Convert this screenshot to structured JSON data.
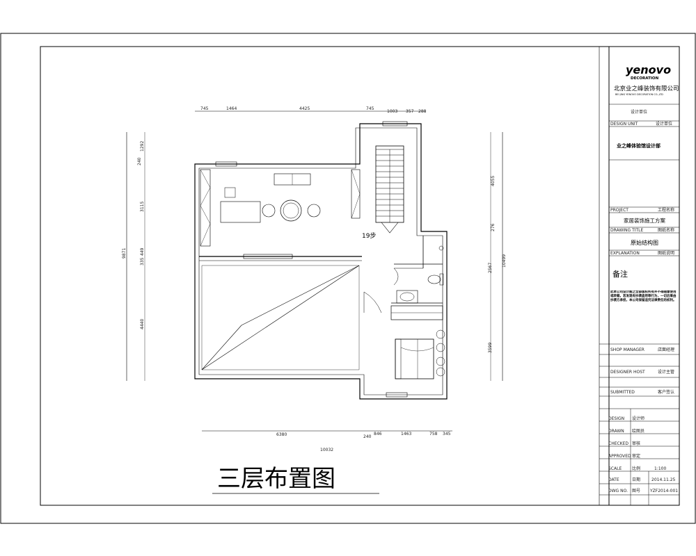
{
  "drawing": {
    "title": "三层布置图",
    "room_note": "19步",
    "dims_top": [
      "745",
      "1464",
      "4425",
      "745",
      "1003",
      "357",
      "288"
    ],
    "dims_bottom": [
      "6380",
      "240",
      "846",
      "1463",
      "758",
      "345"
    ],
    "dims_bottom_total": "10032",
    "dims_left": [
      "1292",
      "240",
      "3115",
      "335",
      "449",
      "4440"
    ],
    "dims_left_total": "9871",
    "dims_right": [
      "4055",
      "276",
      "2567",
      "3599"
    ],
    "dims_right_total": "10499"
  },
  "title_block": {
    "logo": "yenovo",
    "logo_sub": "DECORATION",
    "company_cn": "北京业之峰装饰有限公司",
    "company_en": "BEI JING YENOVO DECORATION CO.,LTD",
    "design_unit_value": "设计单位",
    "design_unit_label": "DESIGN UNIT",
    "design_unit_label_cn": "设计单位",
    "studio": "业之峰体验馆设计部",
    "project_label": "PROJECT",
    "project_label_cn": "工程名称",
    "project_name": "家居装饰施工方案",
    "drawing_title_label": "DRAWING TITLE",
    "drawing_title_label_cn": "图纸名称",
    "drawing_name": "原始结构图",
    "explanation_label": "EXPLANATION",
    "explanation_label_cn": "图纸说明",
    "notes_title": "备注",
    "notes_body": "此本公司设计图之全部版权所有并不得随意使用或转载，若发现有抄袭盗用等行为，一切后果由抄袭方承担，本公司保留追究法律责任的权利。",
    "rows": [
      {
        "en": "SHOP MANAGER",
        "cn": "店面经理"
      },
      {
        "en": "DESIGNER HOST",
        "cn": "设计主管"
      },
      {
        "en": "SUBMITTED",
        "cn": "客户签认"
      }
    ],
    "bottom_rows": [
      {
        "en": "DESIGN",
        "cn": "设计师",
        "val": ""
      },
      {
        "en": "DRAWN",
        "cn": "绘图员",
        "val": ""
      },
      {
        "en": "CHECKED",
        "cn": "审核",
        "val": ""
      },
      {
        "en": "APPROVED",
        "cn": "审定",
        "val": ""
      },
      {
        "en": "SCALE",
        "cn": "比例",
        "val": "1:100"
      },
      {
        "en": "DATE",
        "cn": "日期",
        "val": "2014.11.25"
      },
      {
        "en": "DWG NO.",
        "cn": "图号",
        "val": "YZF2014-001"
      }
    ]
  }
}
